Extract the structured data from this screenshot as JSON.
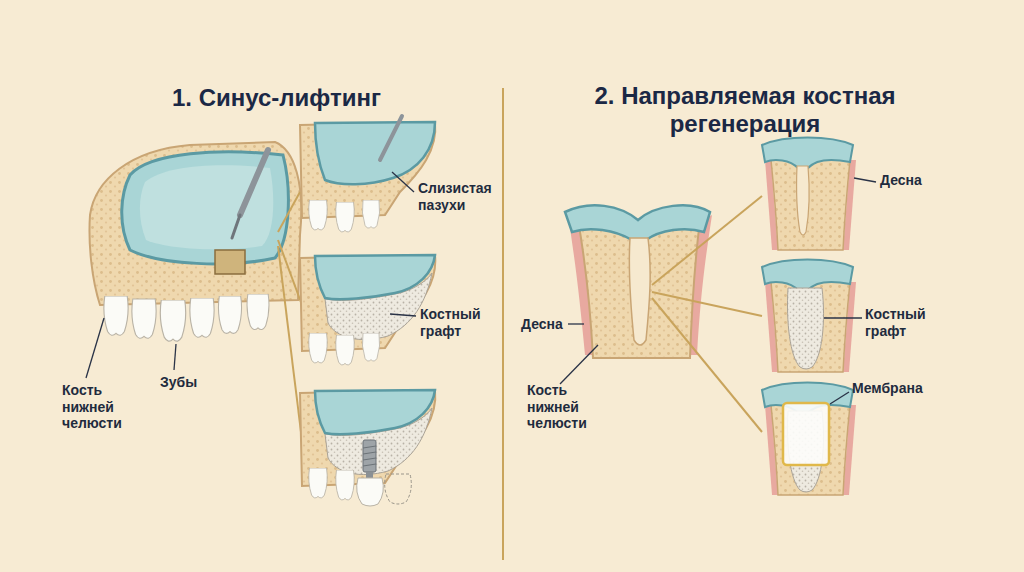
{
  "diagram": {
    "labels": [
      "1. Синус-лифтинг",
      "Слизистая пазухи",
      "Костный графт",
      "Кость нижней челюсти",
      "Зубы",
      "2. Направляемая костная регенерация",
      "Десна",
      "Десна",
      "Костный графт",
      "Кость нижней челюсти",
      "Мембрана"
    ]
  }
}
